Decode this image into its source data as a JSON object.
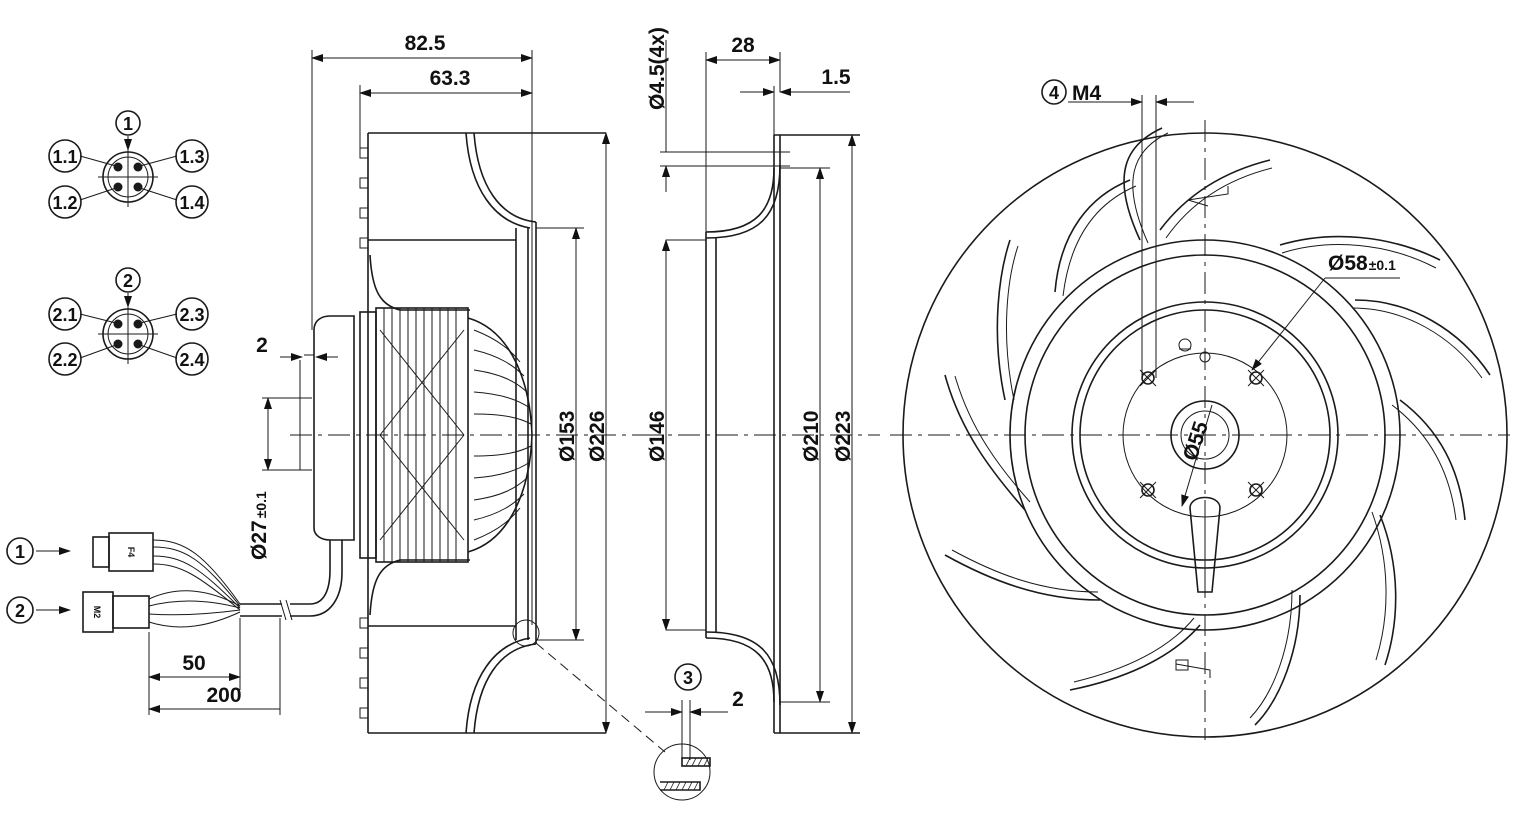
{
  "connectors": {
    "c1": {
      "num": "1",
      "pins": [
        "1.1",
        "1.2",
        "1.3",
        "1.4"
      ],
      "plug_label": "F4"
    },
    "c2": {
      "num": "2",
      "pins": [
        "2.1",
        "2.2",
        "2.3",
        "2.4"
      ],
      "plug_label": "M2"
    }
  },
  "side_view": {
    "overall_depth": "82.5",
    "housing_depth": "63.3",
    "cable_offset": "2",
    "cable_dia": "Ø27",
    "cable_dia_tol": "±0.1",
    "dia_153": "Ø153",
    "dia_226": "Ø226",
    "lead_50": "50",
    "lead_200": "200"
  },
  "section_view": {
    "holes": "Ø4.5(4x)",
    "width_28": "28",
    "thickness": "1.5",
    "dia_146": "Ø146",
    "dia_210": "Ø210",
    "dia_223": "Ø223",
    "detail_num": "3",
    "detail_dim": "2"
  },
  "front_view": {
    "thread_num": "4",
    "thread": "M4",
    "bolt_circle": "Ø58",
    "bolt_circle_tol": "±0.1",
    "hub_dia": "Ø55"
  }
}
